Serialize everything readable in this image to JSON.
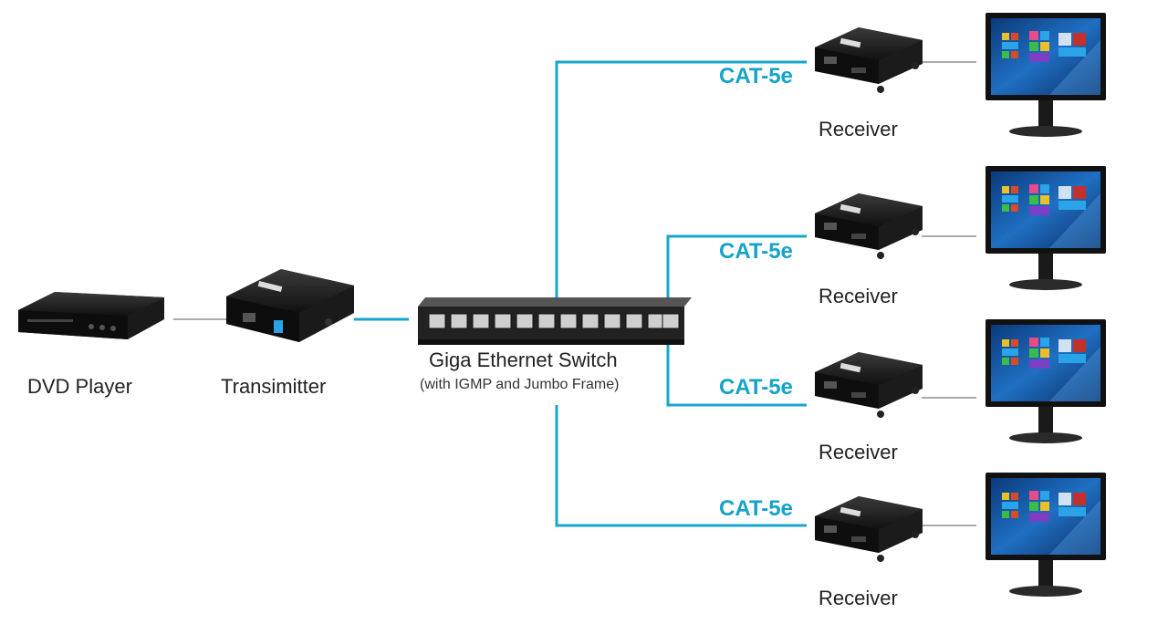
{
  "colors": {
    "cable": "#17a6cc",
    "hdmi": "#aaaaaa",
    "device": "#1b1b1b",
    "screen_blue": "#1f6fc2"
  },
  "devices": {
    "dvd": {
      "label": "DVD Player",
      "icon": "dvd-player-icon"
    },
    "transmitter": {
      "label": "Transimitter",
      "icon": "transmitter-icon"
    },
    "switch": {
      "label": "Giga Ethernet Switch",
      "sublabel": "(with IGMP and Jumbo Frame)",
      "icon": "ethernet-switch-icon"
    }
  },
  "receivers": [
    {
      "label": "Receiver",
      "cable": "CAT-5e"
    },
    {
      "label": "Receiver",
      "cable": "CAT-5e"
    },
    {
      "label": "Receiver",
      "cable": "CAT-5e"
    },
    {
      "label": "Receiver",
      "cable": "CAT-5e"
    }
  ]
}
